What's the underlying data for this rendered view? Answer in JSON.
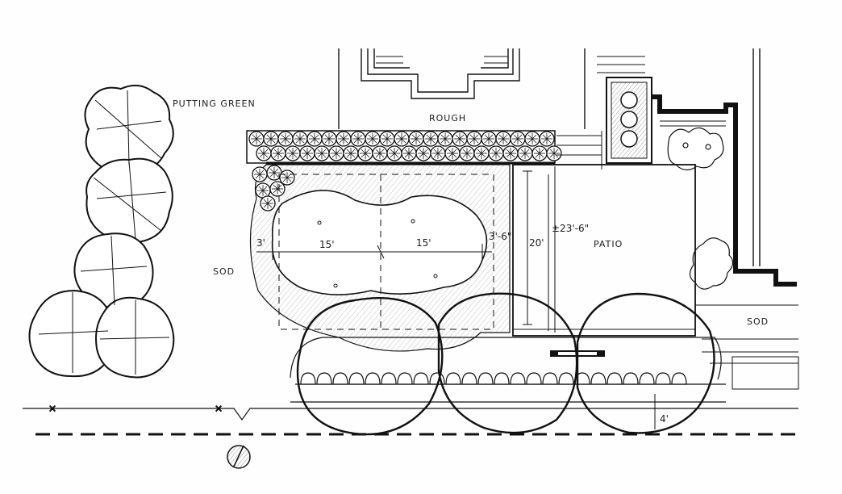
{
  "labels": {
    "putting_green": "PUTTING GREEN",
    "rough": "ROUGH",
    "sod_left": "SOD",
    "sod_right": "SOD",
    "patio": "PATIO"
  },
  "dimensions": {
    "left_offset": "3'",
    "green_left_width": "15'",
    "green_right_width": "15'",
    "right_offset": "3'-6\"",
    "green_depth": "20'",
    "patio_depth": "±23'-6\"",
    "planting_strip": "4'"
  },
  "colors": {
    "ink": "#111111",
    "shade": "#c8c8c8",
    "paper": "#fefefe"
  },
  "icons": [
    "north-arrow-icon"
  ]
}
